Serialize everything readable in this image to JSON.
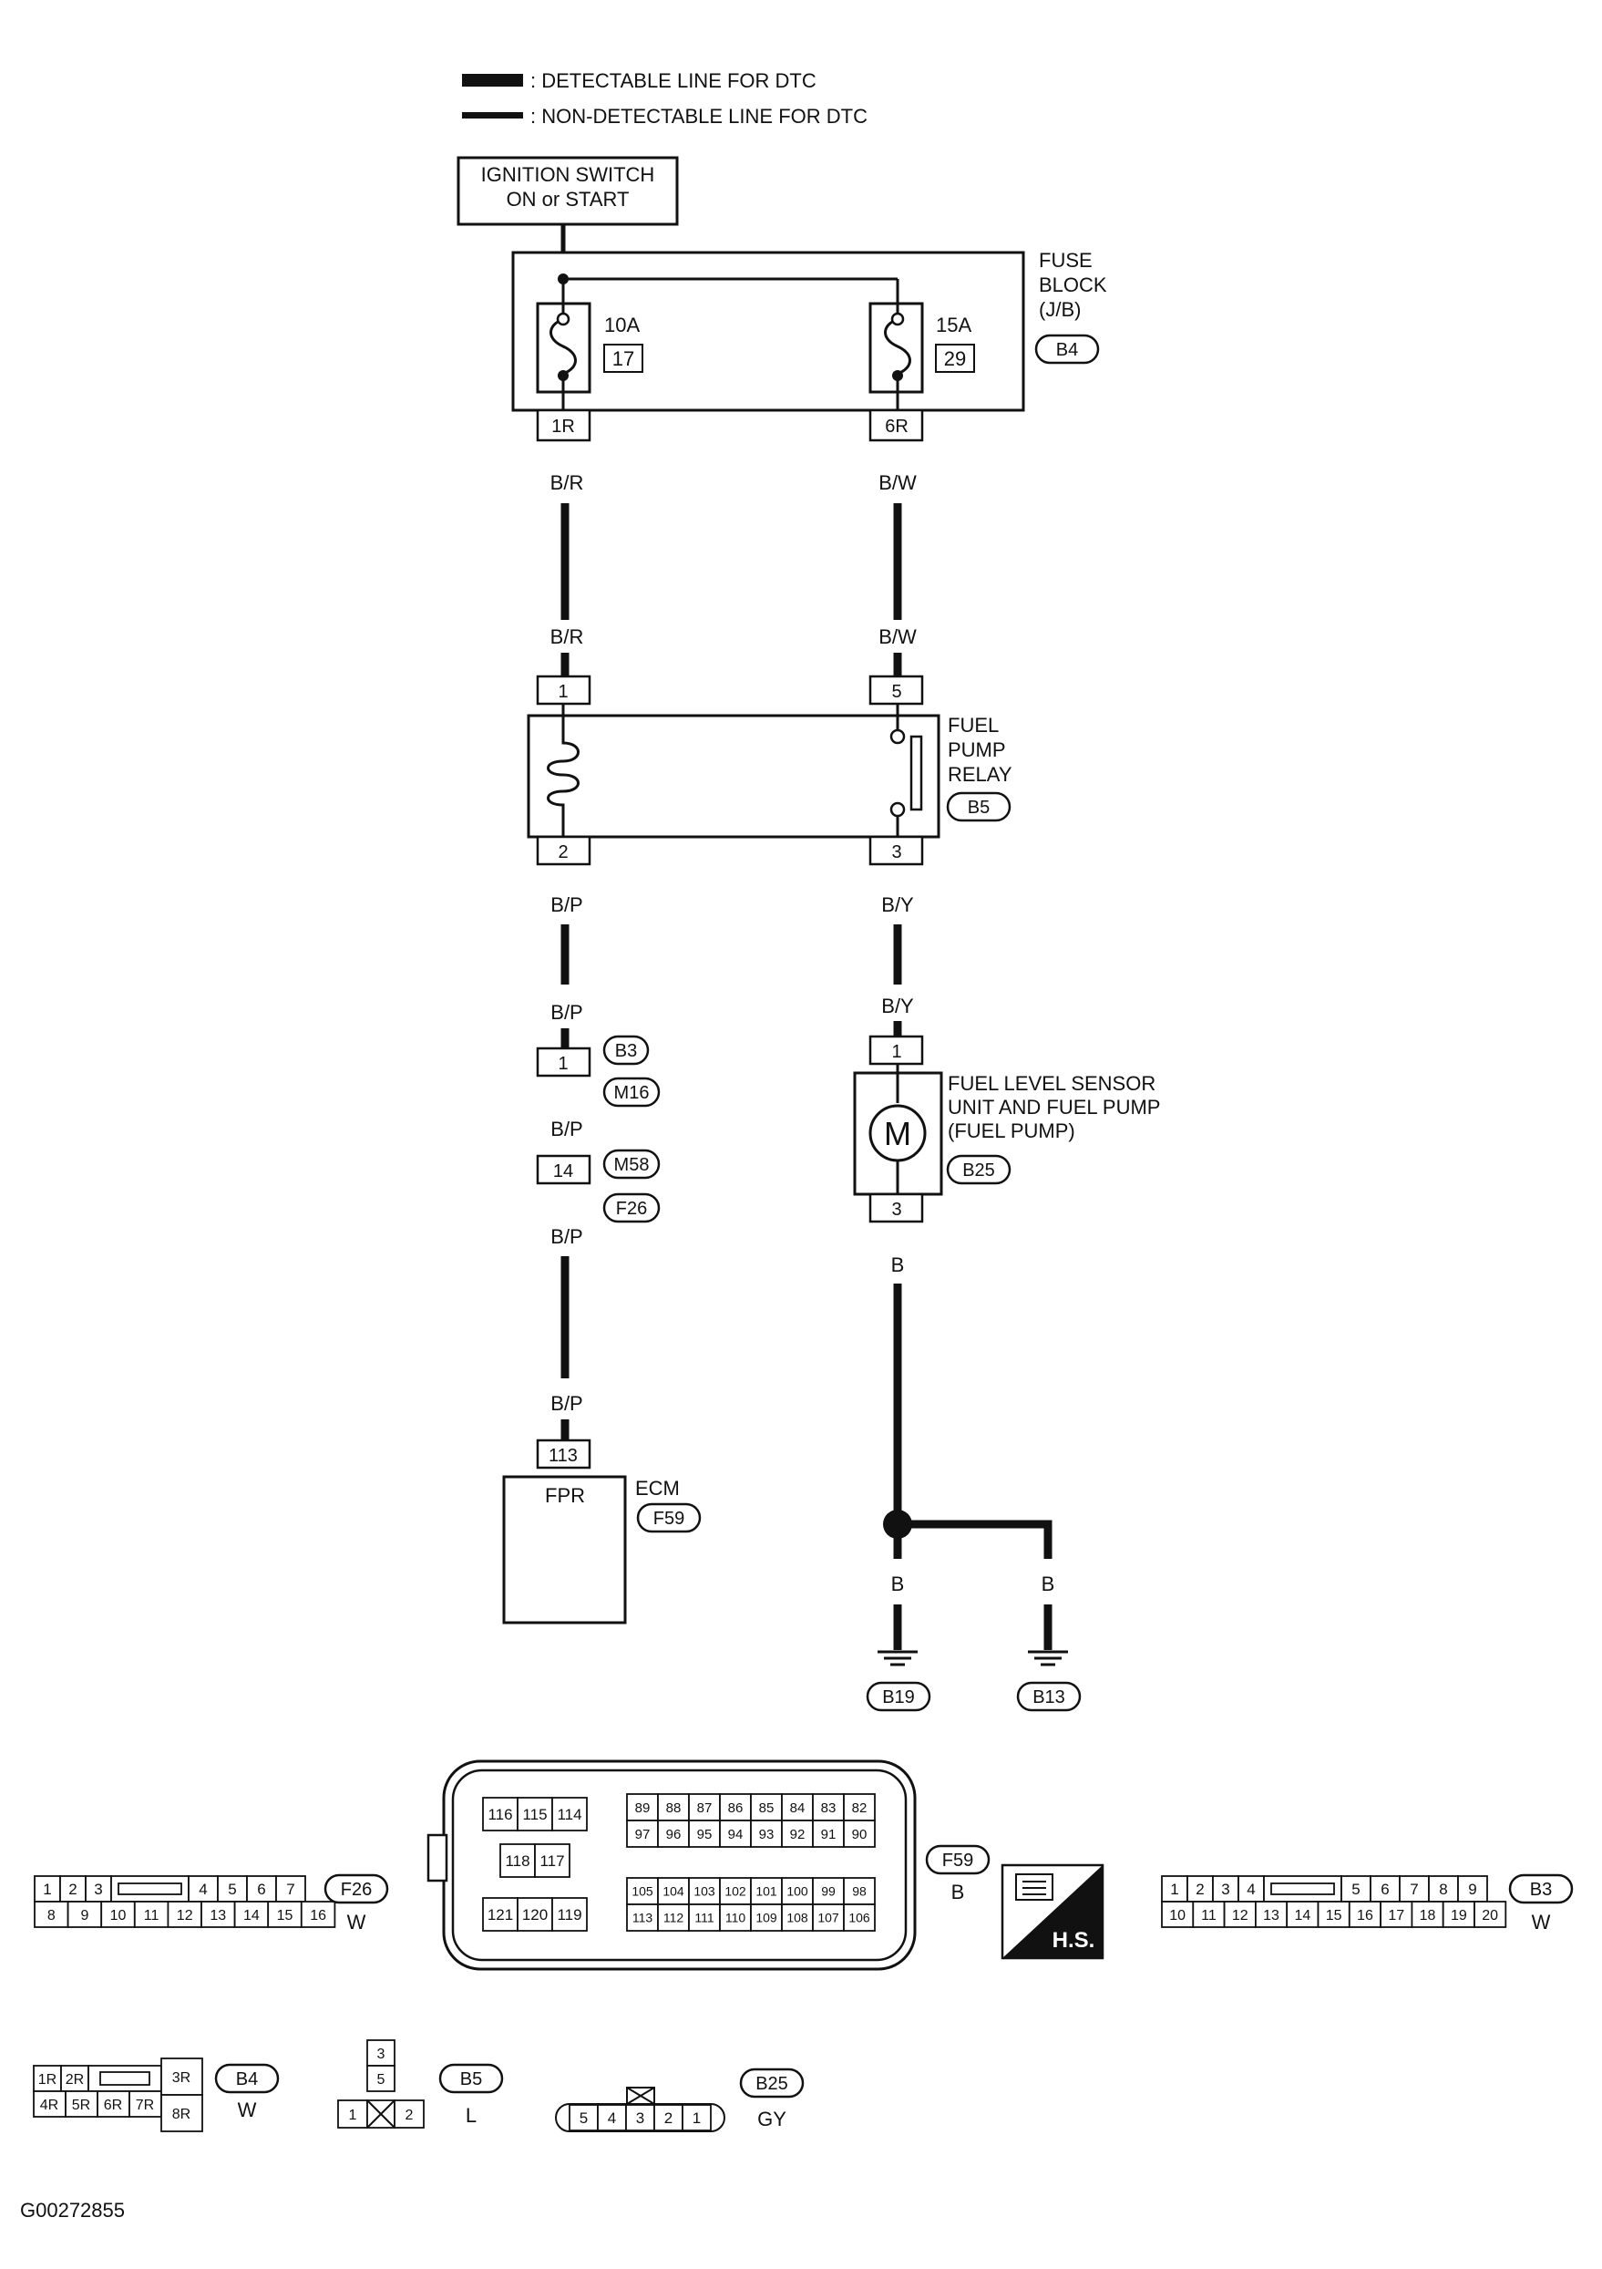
{
  "legend": {
    "detectable": ": DETECTABLE LINE FOR DTC",
    "non_detectable": ": NON-DETECTABLE LINE FOR DTC"
  },
  "ignition": {
    "line1": "IGNITION SWITCH",
    "line2": "ON or START"
  },
  "fuse_block": {
    "line1": "FUSE",
    "line2": "BLOCK",
    "line3": "(J/B)",
    "connector": "B4",
    "fuse_left_rating": "10A",
    "fuse_left_no": "17",
    "fuse_right_rating": "15A",
    "fuse_right_no": "29",
    "term_left": "1R",
    "term_right": "6R"
  },
  "wires": {
    "br": "B/R",
    "bw": "B/W",
    "bp": "B/P",
    "by": "B/Y",
    "b": "B"
  },
  "relay": {
    "line1": "FUEL",
    "line2": "PUMP",
    "line3": "RELAY",
    "connector": "B5",
    "pin1": "1",
    "pin5": "5",
    "pin2": "2",
    "pin3": "3"
  },
  "joint_connectors": {
    "upper_pin": "1",
    "upper_a": "B3",
    "upper_b": "M16",
    "lower_pin": "14",
    "lower_a": "M58",
    "lower_b": "F26"
  },
  "pump": {
    "line1": "FUEL LEVEL SENSOR",
    "line2": "UNIT AND FUEL PUMP",
    "line3": "(FUEL PUMP)",
    "connector": "B25",
    "motor": "M",
    "pin_top": "1",
    "pin_bottom": "3"
  },
  "ecm": {
    "label": "ECM",
    "connector": "F59",
    "terminal": "113",
    "signal": "FPR"
  },
  "grounds": {
    "left": "B19",
    "right": "B13"
  },
  "faces": {
    "f59": {
      "tag": "F59",
      "color": "B",
      "block_a_top": [
        "116",
        "115",
        "114"
      ],
      "block_a_mid": [
        "118",
        "117"
      ],
      "block_a_bot": [
        "121",
        "120",
        "119"
      ],
      "block_b_row1": [
        "89",
        "88",
        "87",
        "86",
        "85",
        "84",
        "83",
        "82"
      ],
      "block_b_row2": [
        "97",
        "96",
        "95",
        "94",
        "93",
        "92",
        "91",
        "90"
      ],
      "block_c_row1": [
        "105",
        "104",
        "103",
        "102",
        "101",
        "100",
        "99",
        "98"
      ],
      "block_c_row2": [
        "113",
        "112",
        "111",
        "110",
        "109",
        "108",
        "107",
        "106"
      ]
    },
    "f26": {
      "tag": "F26",
      "color": "W",
      "row1_left": [
        "1",
        "2",
        "3"
      ],
      "row1_right": [
        "4",
        "5",
        "6",
        "7"
      ],
      "row2": [
        "8",
        "9",
        "10",
        "11",
        "12",
        "13",
        "14",
        "15",
        "16"
      ]
    },
    "b3": {
      "tag": "B3",
      "color": "W",
      "row1_left": [
        "1",
        "2",
        "3",
        "4"
      ],
      "row1_right": [
        "5",
        "6",
        "7",
        "8",
        "9"
      ],
      "row2": [
        "10",
        "11",
        "12",
        "13",
        "14",
        "15",
        "16",
        "17",
        "18",
        "19",
        "20"
      ]
    },
    "b4": {
      "tag": "B4",
      "color": "W",
      "row1": [
        "1R",
        "2R"
      ],
      "row2": [
        "4R",
        "5R",
        "6R",
        "7R"
      ],
      "big_top": "3R",
      "big_bottom": "8R"
    },
    "b5": {
      "tag": "B5",
      "color": "L",
      "top": "3",
      "mid": "5",
      "left": "1",
      "right": "2"
    },
    "b25": {
      "tag": "B25",
      "color": "GY",
      "pins": [
        "5",
        "4",
        "3",
        "2",
        "1"
      ]
    }
  },
  "hs_badge": "H.S.",
  "figure_id": "G00272855"
}
